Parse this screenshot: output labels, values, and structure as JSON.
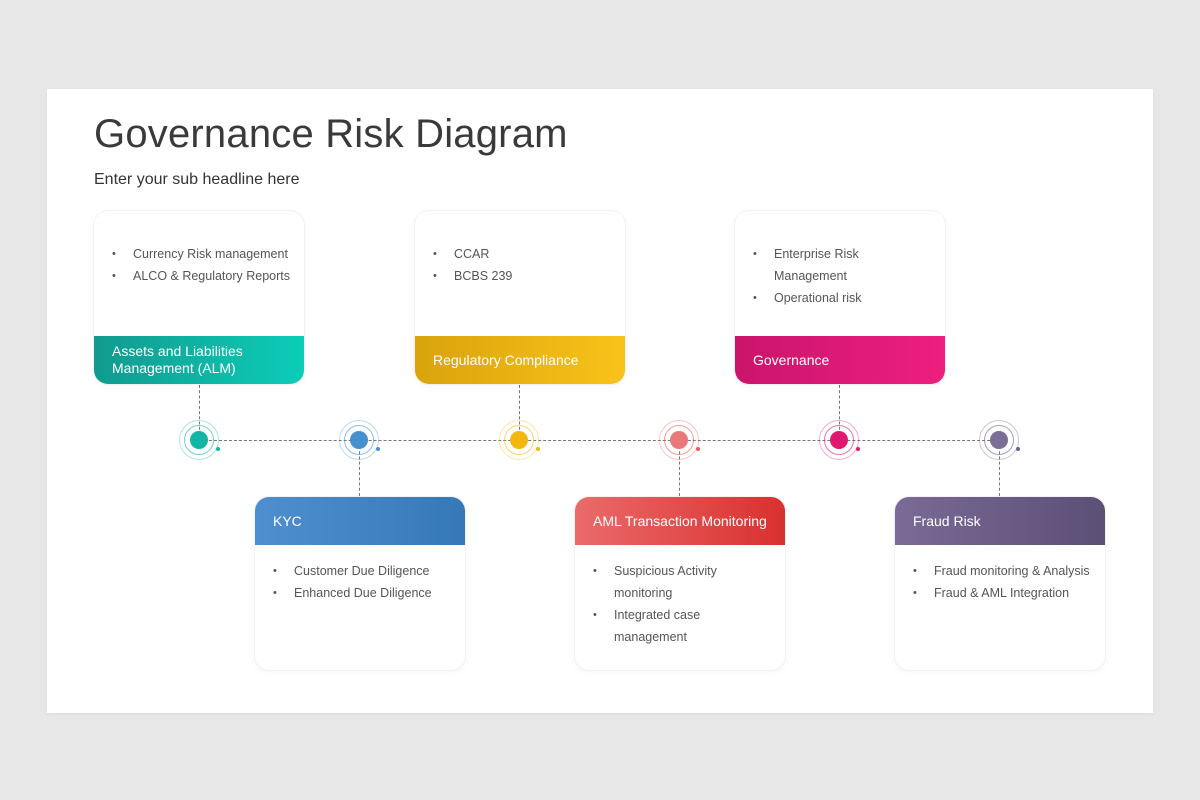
{
  "title": "Governance Risk Diagram",
  "subtitle": "Enter your sub headline here",
  "colors": {
    "teal": "#12b5a4",
    "blue": "#4590cf",
    "yellow": "#f3b70f",
    "coral": "#e85a58",
    "magenta": "#e0186f",
    "purple": "#6e5d8d",
    "connector": "#777777"
  },
  "cards": [
    {
      "header": "Assets and Liabilities Management (ALM)",
      "items": [
        "Currency Risk management",
        "ALCO & Regulatory Reports"
      ]
    },
    {
      "header": "KYC",
      "items": [
        "Customer Due Diligence",
        "Enhanced Due Diligence"
      ]
    },
    {
      "header": "Regulatory Compliance",
      "items": [
        "CCAR",
        "BCBS 239"
      ]
    },
    {
      "header": "AML Transaction Monitoring",
      "items": [
        "Suspicious Activity monitoring",
        "Integrated case management"
      ]
    },
    {
      "header": "Governance",
      "items": [
        "Enterprise Risk Management",
        "Operational risk"
      ]
    },
    {
      "header": "Fraud Risk",
      "items": [
        "Fraud monitoring & Analysis",
        "Fraud & AML Integration"
      ]
    }
  ]
}
